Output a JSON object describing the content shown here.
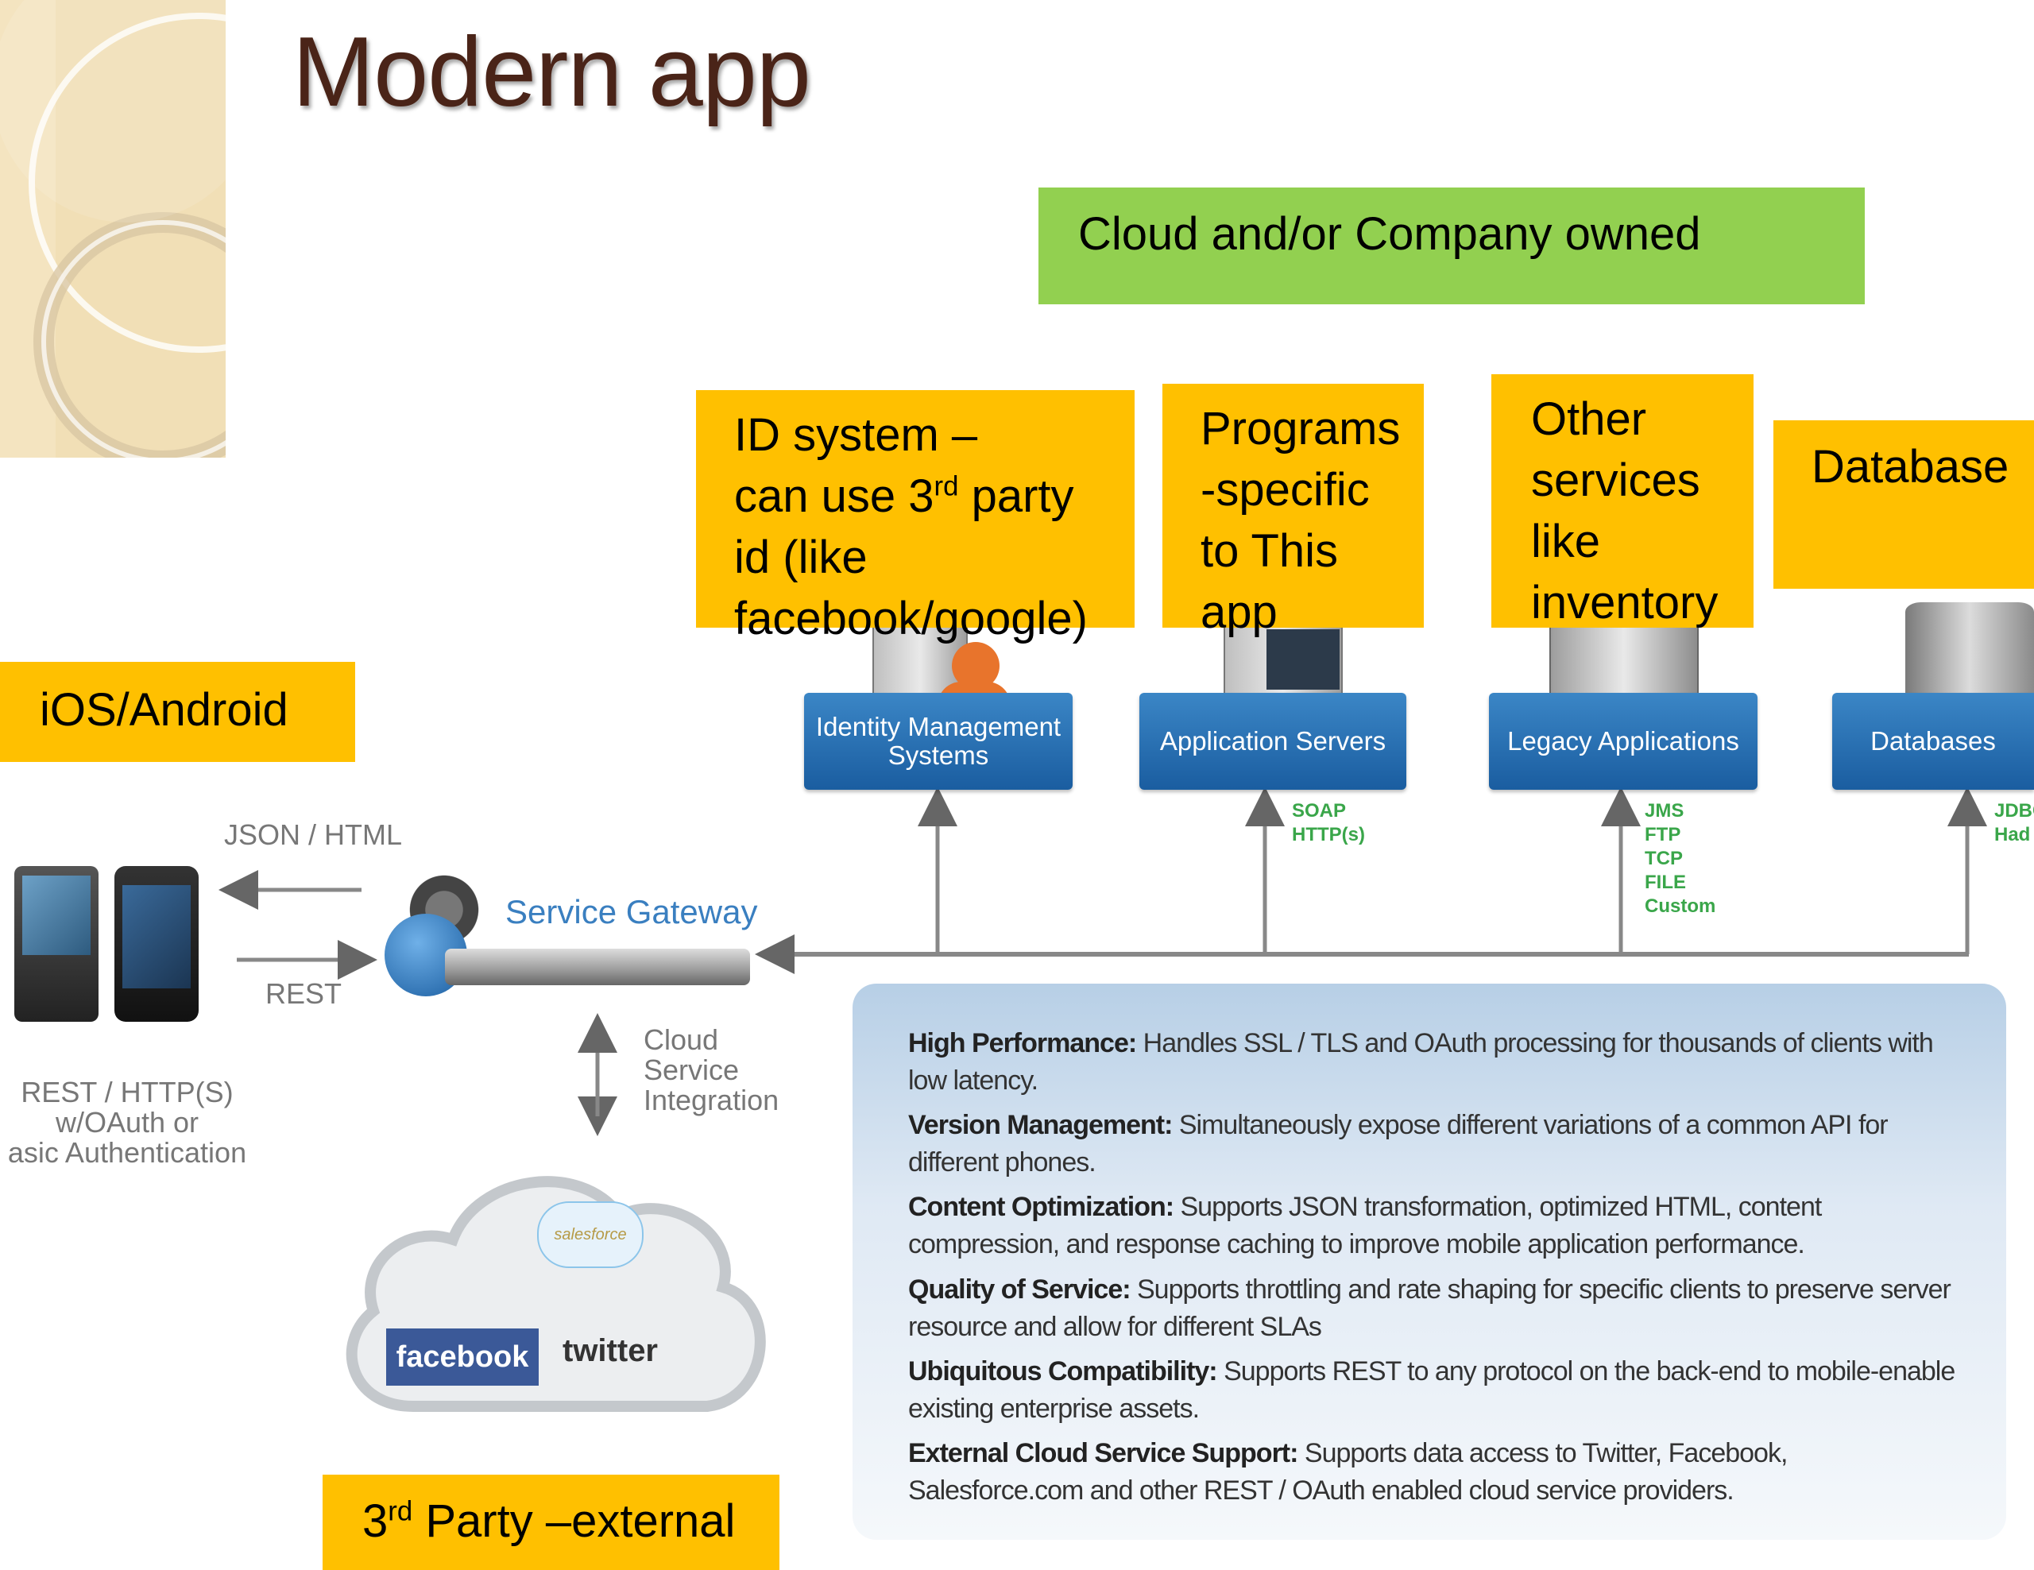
{
  "slide": {
    "title": "Modern app"
  },
  "callouts": {
    "cloud_owned": "Cloud and/or Company owned",
    "id_system": {
      "line1": "ID system –",
      "line2_pre": "can use 3",
      "line2_sup": "rd",
      "line2_post": " party",
      "line3": "id (like",
      "line4": "facebook/google)"
    },
    "programs": [
      "Programs",
      "-specific",
      "to This",
      "app"
    ],
    "other_services": [
      "Other",
      "services",
      "like",
      "inventory"
    ],
    "database": "Database",
    "ios_android": "iOS/Android",
    "third_party": {
      "pre": "3",
      "sup": "rd",
      "post": " Party –external"
    }
  },
  "diagram": {
    "servers": {
      "identity": "Identity Management Systems",
      "application": "Application Servers",
      "legacy": "Legacy Applications",
      "databases": "Databases"
    },
    "protocols": {
      "application": [
        "SOAP",
        "HTTP(s)"
      ],
      "legacy": [
        "JMS",
        "FTP",
        "TCP",
        "FILE",
        "Custom"
      ],
      "databases": [
        "JDBC",
        "Had"
      ]
    },
    "gateway_label": "Service Gateway",
    "json_html": "JSON / HTML",
    "rest": "REST",
    "rest_https": [
      "REST / HTTP(S)",
      "w/OAuth or",
      "asic Authentication"
    ],
    "cloud_integration": [
      "Cloud",
      "Service",
      "Integration"
    ],
    "cloud_logos": {
      "salesforce": "salesforce",
      "facebook": "facebook",
      "twitter": "twitter"
    }
  },
  "features": [
    {
      "title": "High Performance:",
      "text": " Handles SSL / TLS and OAuth processing for thousands of clients with low latency."
    },
    {
      "title": "Version Management:",
      "text": " Simultaneously expose different variations of a common API for different phones."
    },
    {
      "title": "Content Optimization:",
      "text": " Supports JSON transformation, optimized HTML, content compression, and response caching to improve mobile application performance."
    },
    {
      "title": "Quality of Service:",
      "text": " Supports throttling and rate shaping for specific clients to preserve server resource and allow for different SLAs"
    },
    {
      "title": "Ubiquitous Compatibility:",
      "text": " Supports REST to any protocol on the back-end to mobile-enable existing enterprise assets."
    },
    {
      "title": "External Cloud Service Support:",
      "text": " Supports data access to Twitter, Facebook, Salesforce.com and other REST / OAuth enabled cloud service providers."
    }
  ],
  "colors": {
    "title": "#4a2418",
    "green_callout": "#92d050",
    "yellow_callout": "#ffc000",
    "server_blue": "#1a5da0",
    "protocol_green": "#3aa64a"
  }
}
